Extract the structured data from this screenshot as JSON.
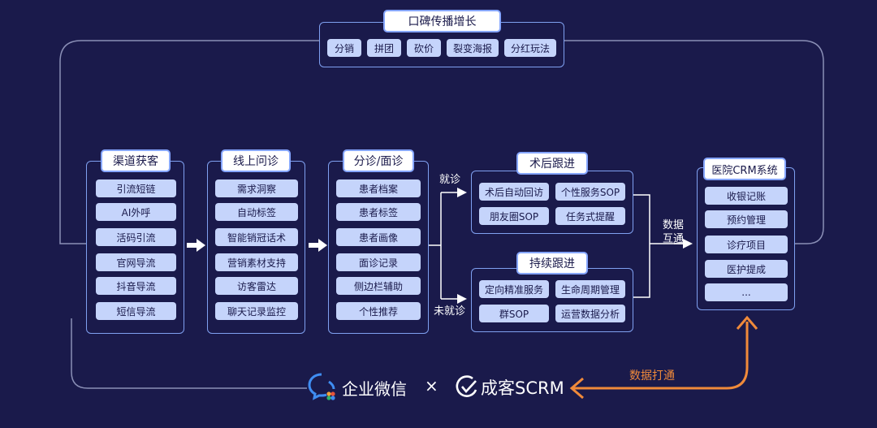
{
  "top_section": {
    "title": "口碑传播增长",
    "items": [
      "分销",
      "拼团",
      "砍价",
      "裂变海报",
      "分红玩法"
    ]
  },
  "columns": [
    {
      "title": "渠道获客",
      "items": [
        "引流短链",
        "AI外呼",
        "活码引流",
        "官网导流",
        "抖音导流",
        "短信导流"
      ]
    },
    {
      "title": "线上问诊",
      "items": [
        "需求洞察",
        "自动标签",
        "智能销冠话术",
        "营销素材支持",
        "访客雷达",
        "聊天记录监控"
      ]
    },
    {
      "title": "分诊/面诊",
      "items": [
        "患者档案",
        "患者标签",
        "患者画像",
        "面诊记录",
        "侧边栏辅助",
        "个性推荐"
      ]
    }
  ],
  "branches": {
    "yes_label": "就诊",
    "no_label": "未就诊"
  },
  "followup": {
    "title": "术后跟进",
    "items": [
      "术后自动回访",
      "个性服务SOP",
      "朋友圈SOP",
      "任务式提醒"
    ]
  },
  "continuous": {
    "title": "持续跟进",
    "items": [
      "定向精准服务",
      "生命周期管理",
      "群SOP",
      "运营数据分析"
    ]
  },
  "data_link_label": [
    "数据",
    "互通"
  ],
  "crm": {
    "title": "医院CRM系统",
    "items": [
      "收银记账",
      "预约管理",
      "诊疗项目",
      "医护提成",
      "..."
    ]
  },
  "bottom": {
    "wecom_label": "企业微信",
    "times": "×",
    "brand_label": "成客SCRM",
    "data_open_label": "数据打通"
  },
  "colors": {
    "background": "#1a1a4b",
    "panel_border": "#7fa0f0",
    "chip_fill": "#c5d4fb",
    "arrow_orange": "#f08a3a"
  }
}
